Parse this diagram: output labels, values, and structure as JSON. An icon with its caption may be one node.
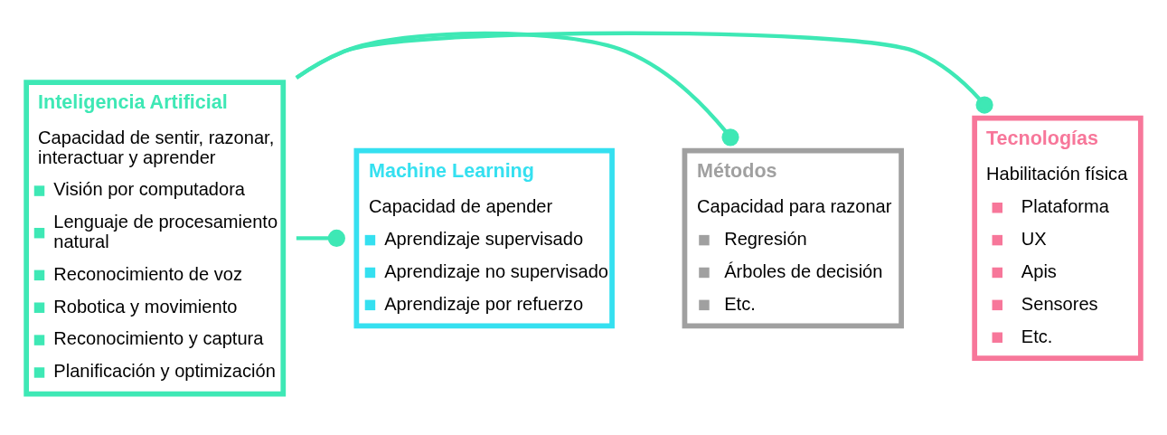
{
  "diagram": {
    "nodes": [
      {
        "text": [
          "Inteligencia Artificial",
          "Capacidad de sentir, razonar, interactuar y aprender",
          "Visión por computadora",
          "Lenguaje de procesamiento natural",
          "Reconocimiento de voz",
          "Robotica y movimiento",
          "Reconocimiento y captura",
          "Planificación y optimización"
        ]
      },
      {
        "text": [
          "Machine Learning",
          "Capacidad de apender",
          "Aprendizaje supervisado",
          "Aprendizaje no supervisado",
          "Aprendizaje por refuerzo"
        ]
      },
      {
        "text": [
          "Métodos",
          "Capacidad para razonar",
          "Regresión",
          "Árboles de decisión",
          "Etc."
        ]
      },
      {
        "text": [
          "Tecnologías",
          "Habilitación física",
          "Plataforma",
          "UX",
          "Apis",
          "Sensores",
          "Etc."
        ]
      }
    ],
    "edges": [
      {
        "from": 0,
        "to": 1,
        "arrow": "other"
      },
      {
        "from": 0,
        "to": 2,
        "arrow": "other"
      },
      {
        "from": 0,
        "to": 3,
        "arrow": "other"
      }
    ]
  }
}
